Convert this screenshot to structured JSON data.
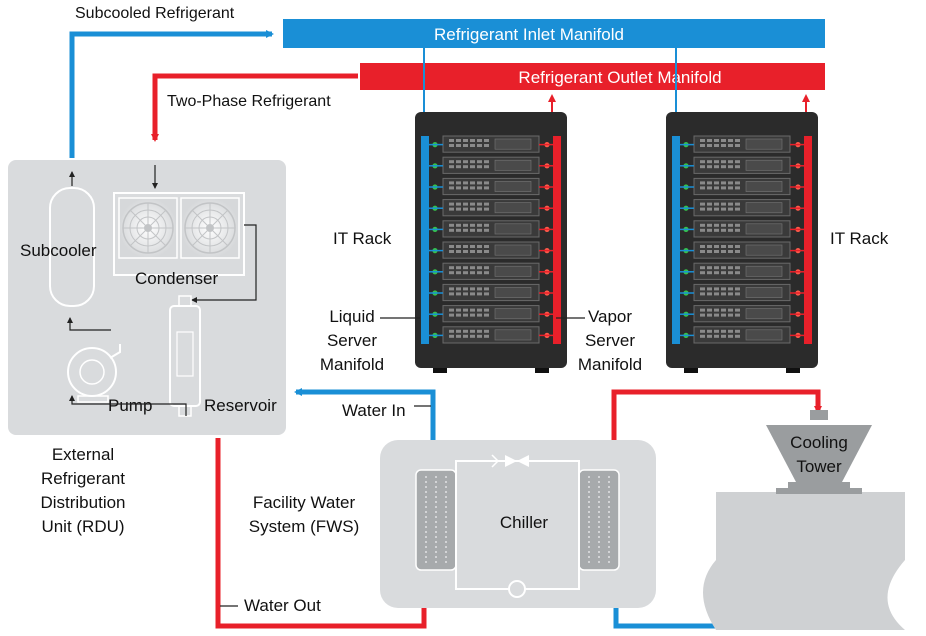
{
  "colors": {
    "refrigerant_liquid": "#1a8fd6",
    "refrigerant_vapor": "#e8202a",
    "water_cold": "#1a8fd6",
    "water_hot": "#e8202a",
    "rdu_box": "#d9dbdd",
    "chiller_box": "#d9dbdd",
    "rack_body": "#2b2b2b",
    "tower": "#9a9d9f",
    "basin": "#cfd1d3"
  },
  "labels": {
    "subcooled_refrigerant": "Subcooled Refrigerant",
    "inlet_manifold": "Refrigerant Inlet Manifold",
    "outlet_manifold": "Refrigerant Outlet Manifold",
    "two_phase_refrigerant": "Two-Phase Refrigerant",
    "subcooler": "Subcooler",
    "condenser": "Condenser",
    "pump": "Pump",
    "reservoir": "Reservoir",
    "rdu": [
      "External",
      "Refrigerant",
      "Distribution",
      "Unit (RDU)"
    ],
    "it_rack_left": "IT Rack",
    "it_rack_right": "IT Rack",
    "liquid_server_manifold": [
      "Liquid",
      "Server",
      "Manifold"
    ],
    "vapor_server_manifold": [
      "Vapor",
      "Server",
      "Manifold"
    ],
    "water_in": "Water In",
    "water_out": "Water Out",
    "fws": [
      "Facility Water",
      "System (FWS)"
    ],
    "chiller": "Chiller",
    "cooling_tower": [
      "Cooling",
      "Tower"
    ]
  },
  "racks": [
    {
      "servers": 10
    },
    {
      "servers": 10
    }
  ],
  "icons": [
    "fan-icon",
    "pump-icon",
    "reservoir-icon",
    "expansion-valve-icon",
    "compressor-icon"
  ]
}
